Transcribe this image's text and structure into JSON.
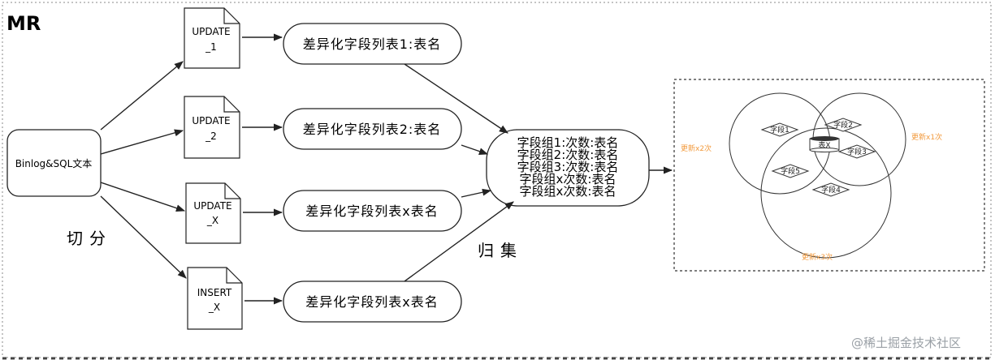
{
  "title": "MR",
  "source_box": "Binlog&SQL文本",
  "split_label": "切分",
  "collect_label": "归集",
  "docs": [
    {
      "line1": "UPDATE",
      "line2": "_1"
    },
    {
      "line1": "UPDATE",
      "line2": "_2"
    },
    {
      "line1": "UPDATE",
      "line2": "_X"
    },
    {
      "line1": "INSERT",
      "line2": "_X"
    }
  ],
  "diff_tables": [
    "差异化字段列表1:表名",
    "差异化字段列表2:表名",
    "差异化字段列表x表名",
    "差异化字段列表x表名"
  ],
  "field_groups": [
    "字段组1:次数:表名",
    "字段组2:次数:表名",
    "字段组3:次数:表名",
    "字段组x次数:表名",
    "字段组x次数:表名"
  ],
  "venn": {
    "table_label": "表X",
    "fields": [
      "字段1",
      "字段2",
      "字段3",
      "字段5",
      "字段4"
    ],
    "update_counts": [
      "更新x1次",
      "更新x2次",
      "更新x3次"
    ],
    "accent_color": "#f29a3d"
  },
  "watermark": "@稀土掘金技术社区"
}
